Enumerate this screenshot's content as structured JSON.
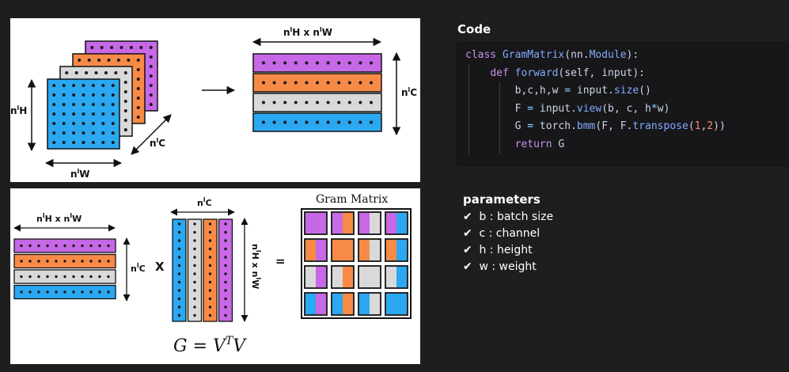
{
  "colors": {
    "purple": "#c768e6",
    "orange": "#f88a47",
    "gray": "#d9d9d9",
    "blue": "#2aa8f2",
    "code_bg": "#171719",
    "page_bg": "#1e1e1e"
  },
  "top_diagram": {
    "stack_height_label": "n<sup>l</sup>H",
    "stack_width_label": "n<sup>l</sup>W",
    "stack_depth_label": "n<sup>l</sup>C",
    "flat_width_label": "n<sup>l</sup>H x n<sup>l</sup>W",
    "flat_height_label": "n<sup>l</sup>C",
    "labels": {
      "h_base": "n",
      "h_sup": "l",
      "h_tail": "H",
      "w_base": "n",
      "w_sup": "l",
      "w_tail": "W",
      "c_base": "n",
      "c_sup": "l",
      "c_tail": "C",
      "hw_a": "n",
      "hw_sup1": "l",
      "hw_b": "H x n",
      "hw_sup2": "l",
      "hw_c": "W",
      "fc_base": "n",
      "fc_sup": "l",
      "fc_tail": "C"
    }
  },
  "bottom_diagram": {
    "labels": {
      "hw_a": "n",
      "hw_sup1": "l",
      "hw_b": "H x n",
      "hw_sup2": "l",
      "hw_c": "W",
      "c_base": "n",
      "c_sup": "l",
      "c_tail": "C",
      "ct_base": "n",
      "ct_sup": "l",
      "ct_tail": "C",
      "rot_a": "n",
      "rot_sup1": "l",
      "rot_b": "H x n",
      "rot_sup2": "l",
      "rot_c": "W",
      "times": "X",
      "equals": "=",
      "gram_title": "Gram Matrix",
      "formula_g": "G",
      "formula_eq": " = ",
      "formula_v": "V",
      "formula_t": "T",
      "formula_v2": "V"
    }
  },
  "code": {
    "title": "Code",
    "lines": [
      "class GramMatrix(nn.Module):",
      "def forward(self, input):",
      "b,c,h,w = input.size()",
      "F = input.view(b, c, h*w)",
      "G = torch.bmm(F, F.transpose(1,2))",
      "return G"
    ]
  },
  "parameters": {
    "title": "parameters",
    "check_glyph": "✔",
    "items": [
      "b : batch size",
      "c : channel",
      "h : height",
      "w : weight"
    ]
  }
}
